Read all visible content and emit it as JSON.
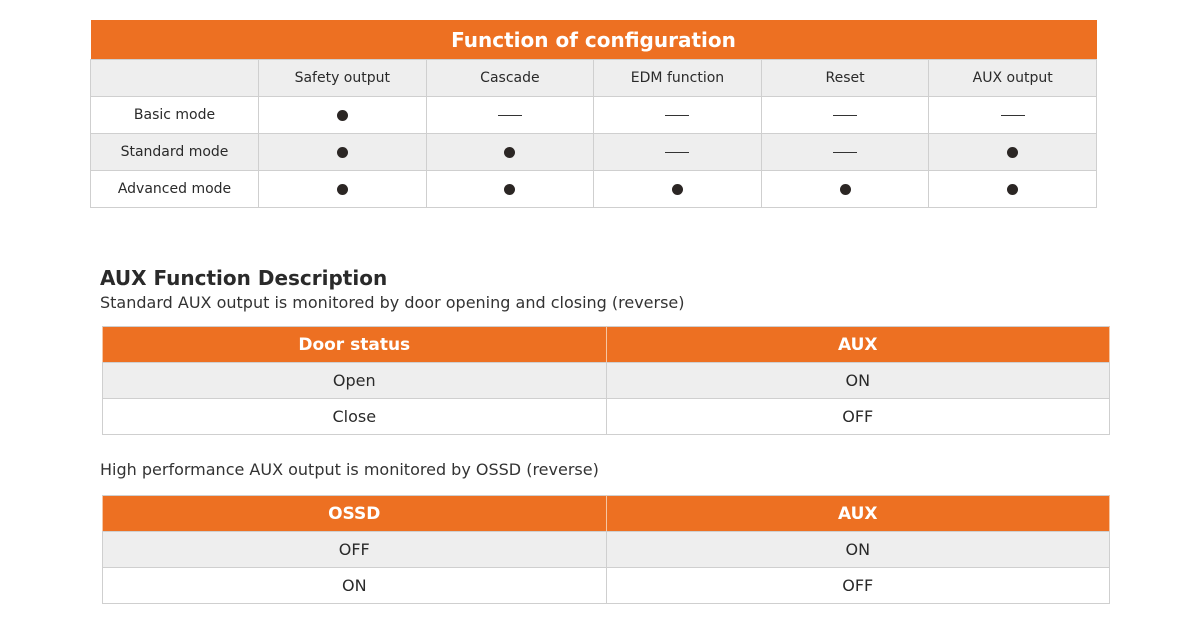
{
  "config_table": {
    "title": "Function of configuration",
    "columns": [
      "",
      "Safety output",
      "Cascade",
      "EDM function",
      "Reset",
      "AUX output"
    ],
    "rows": [
      {
        "label": "Basic mode",
        "values": [
          true,
          false,
          false,
          false,
          false
        ]
      },
      {
        "label": "Standard mode",
        "values": [
          true,
          true,
          false,
          false,
          true
        ]
      },
      {
        "label": "Advanced mode",
        "values": [
          true,
          true,
          true,
          true,
          true
        ]
      }
    ],
    "accent_color": "#ED7022"
  },
  "aux_section": {
    "heading": "AUX Function Description",
    "standard": {
      "description": "Standard AUX output is monitored by door opening and closing (reverse)",
      "headers": [
        "Door status",
        "AUX"
      ],
      "rows": [
        [
          "Open",
          "ON"
        ],
        [
          "Close",
          "OFF"
        ]
      ]
    },
    "high_performance": {
      "description": "High performance AUX output is monitored by OSSD (reverse)",
      "headers": [
        "OSSD",
        "AUX"
      ],
      "rows": [
        [
          "OFF",
          "ON"
        ],
        [
          "ON",
          "OFF"
        ]
      ]
    }
  }
}
